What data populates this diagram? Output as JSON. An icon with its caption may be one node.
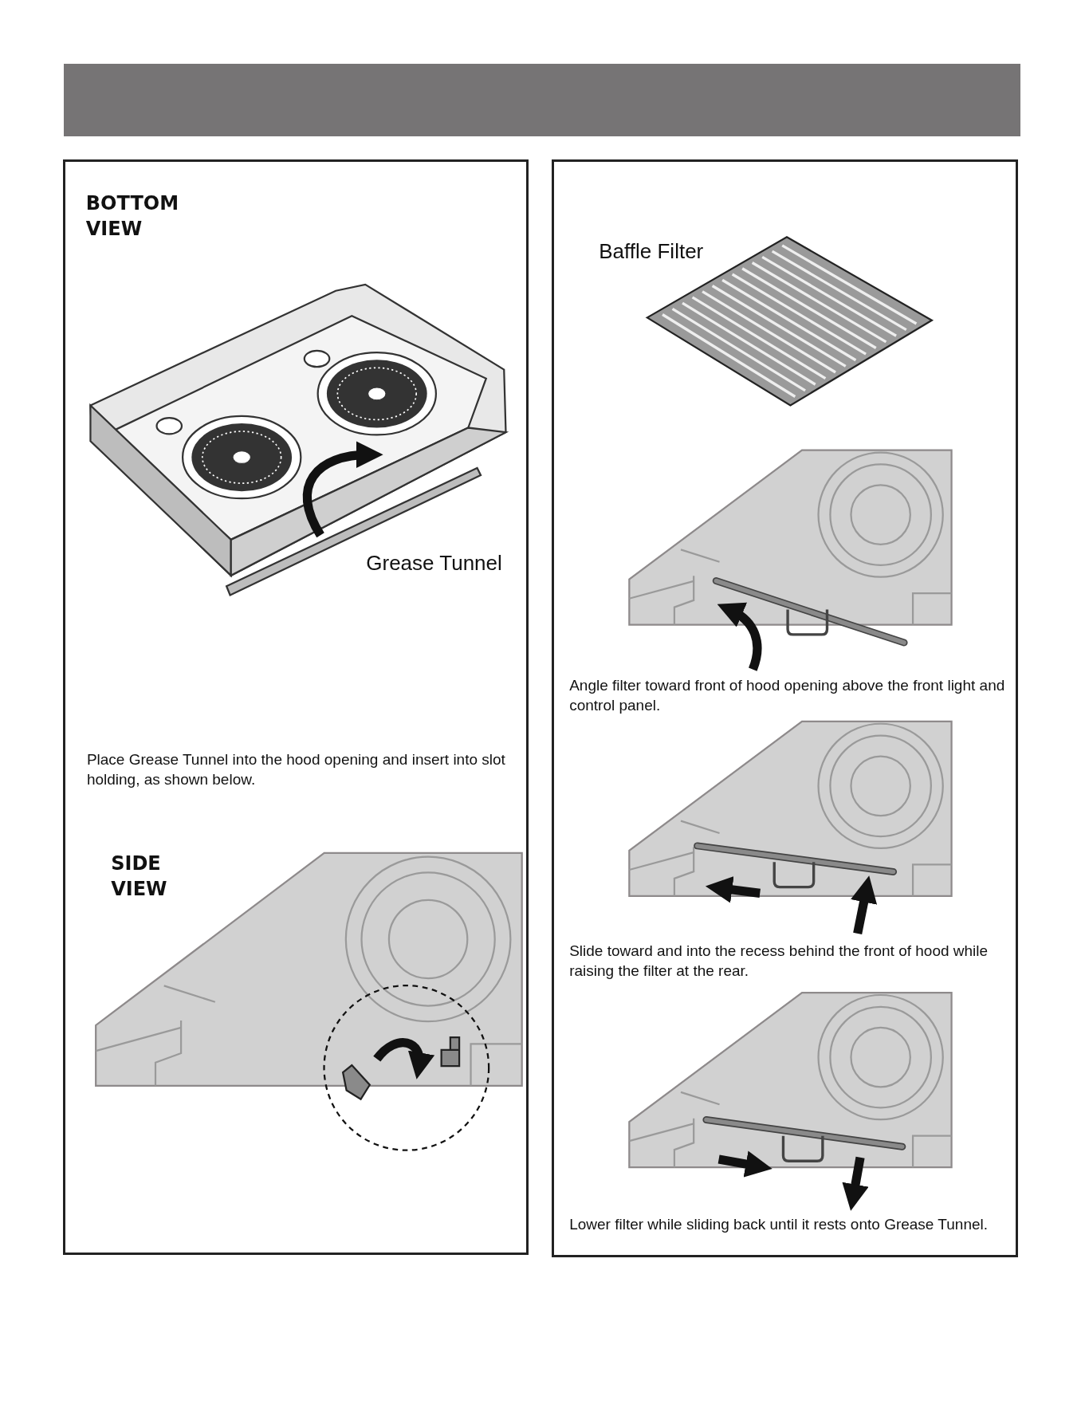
{
  "diagram": {
    "nodes": [
      {
        "text": [
          "BOTTOM VIEW",
          "Grease Tunnel",
          "Place Grease Tunnel into the hood opening and insert into slot holding, as shown below.",
          "SIDE VIEW"
        ]
      },
      {
        "text": [
          "Baffle Filter",
          "Angle filter toward front of hood opening above the front light and control panel.",
          "Slide toward and into the recess behind the front of hood while raising the filter at the rear.",
          "Lower filter while sliding back until it rests onto Grease Tunnel."
        ]
      }
    ]
  }
}
